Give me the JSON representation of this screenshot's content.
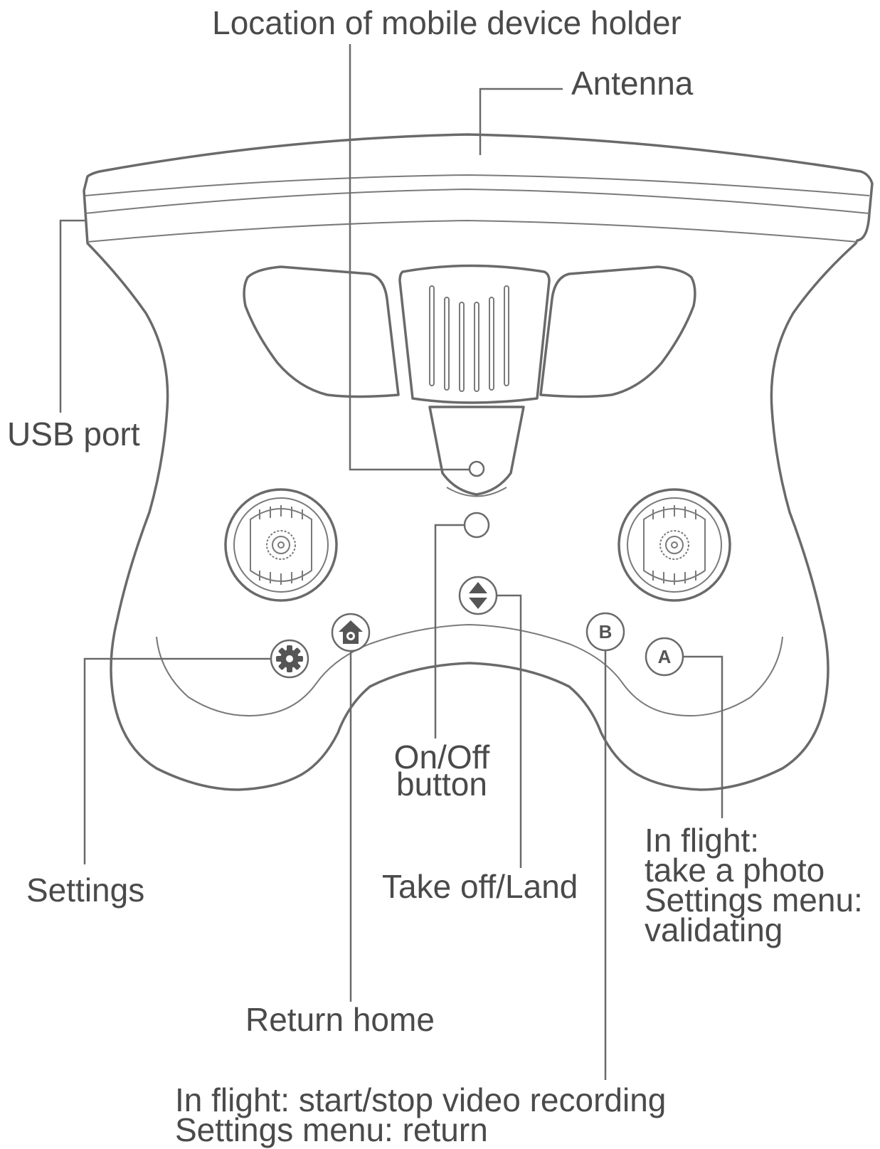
{
  "labels": {
    "mobile_holder": "Location of mobile device holder",
    "antenna": "Antenna",
    "usb_port": "USB port",
    "on_off_line1": "On/Off",
    "on_off_line2": "button",
    "settings": "Settings",
    "take_off_land": "Take off/Land",
    "a_line1": "In flight:",
    "a_line2": "take a photo",
    "a_line3": "Settings menu:",
    "a_line4": "validating",
    "return_home": "Return home",
    "b_line1": "In flight: start/stop video recording",
    "b_line2": "Settings menu: return"
  },
  "buttons": {
    "a": "A",
    "b": "B"
  },
  "colors": {
    "outline": "#6a6a6a",
    "text": "#4a4a4a"
  },
  "icons": [
    "gear-icon",
    "home-icon",
    "up-down-arrows-icon"
  ]
}
